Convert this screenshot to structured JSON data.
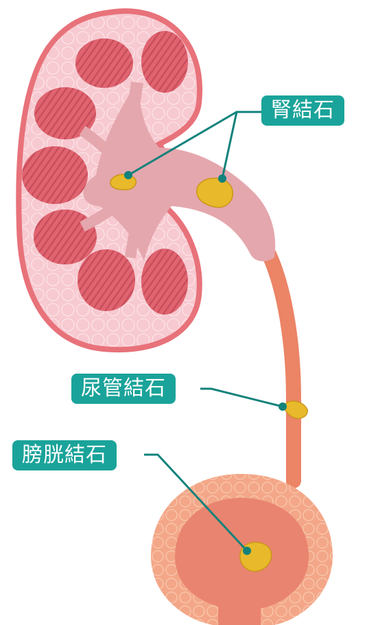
{
  "labels": {
    "kidney_stone": "腎結石",
    "ureter_stone": "尿管結石",
    "bladder_stone": "膀胱結石"
  },
  "colors": {
    "kidney_outline": "#e8727a",
    "kidney_fill": "#f7c9d0",
    "pyramid": "#e06470",
    "pelvis": "#e4a7ad",
    "ureter": "#ec8466",
    "bladder_outer": "#f3a788",
    "bladder_inner": "#e98470",
    "stone": "#e8b92a",
    "label_bg": "#1aa39a",
    "leader_line": "#12827b"
  }
}
